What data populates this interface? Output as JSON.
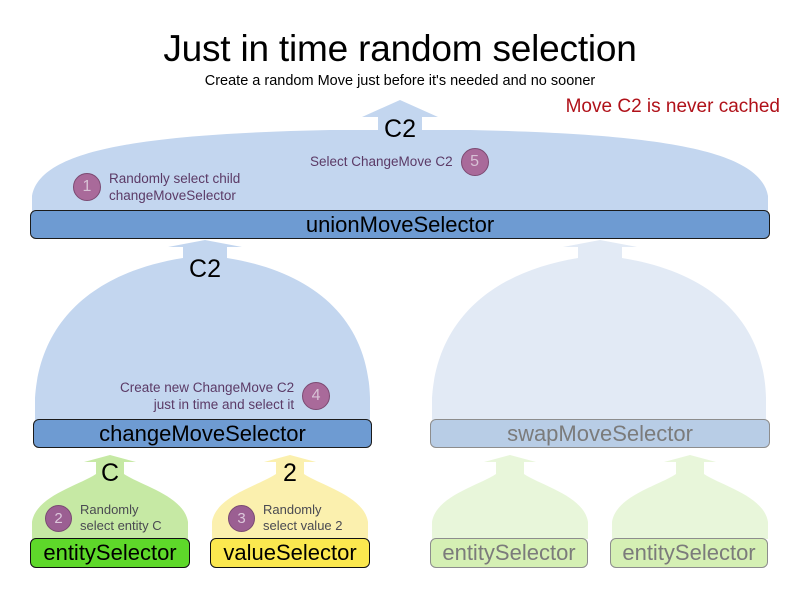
{
  "header": {
    "title": "Just in time random selection",
    "subtitle": "Create a random Move just before it's needed and no sooner",
    "note": "Move C2 is never cached",
    "note_color": "#b01119"
  },
  "flow_labels": {
    "union_out": "C2",
    "change_out": "C2",
    "entity_out": "C",
    "value_out": "2"
  },
  "selectors": {
    "union": {
      "label": "unionMoveSelector",
      "fill": "#6e9bd2",
      "active": true
    },
    "change": {
      "label": "changeMoveSelector",
      "fill": "#6e9bd2",
      "active": true
    },
    "swap": {
      "label": "swapMoveSelector",
      "fill": "#b8cde6",
      "active": false
    },
    "entity": {
      "label": "entitySelector",
      "fill": "#5ed82a",
      "active": true
    },
    "value": {
      "label": "valueSelector",
      "fill": "#fbe84f",
      "active": true
    },
    "entity_right_1": {
      "label": "entitySelector",
      "fill": "#d5f0b4",
      "active": false
    },
    "entity_right_2": {
      "label": "entitySelector",
      "fill": "#d5f0b4",
      "active": false
    }
  },
  "steps": [
    {
      "number": "1",
      "text": "Randomly select child\nchangeMoveSelector"
    },
    {
      "number": "2",
      "text": "Randomly\nselect entity C"
    },
    {
      "number": "3",
      "text": "Randomly\nselect value 2"
    },
    {
      "number": "4",
      "text": "Create new ChangeMove C2\njust in time and select it"
    },
    {
      "number": "5",
      "text": "Select ChangeMove C2"
    }
  ],
  "palette": {
    "dome_blue_active": "#c3d6ef",
    "dome_blue_faded": "#e2eaf5",
    "dome_green_active": "#c6e9a4",
    "dome_green_faded": "#e8f6da",
    "dome_yellow_active": "#fbf0ae",
    "badge_purple": "#a96a9a",
    "bar_blue": "#6e9bd2",
    "bar_green": "#5ed82a",
    "bar_yellow": "#fbe84f"
  }
}
